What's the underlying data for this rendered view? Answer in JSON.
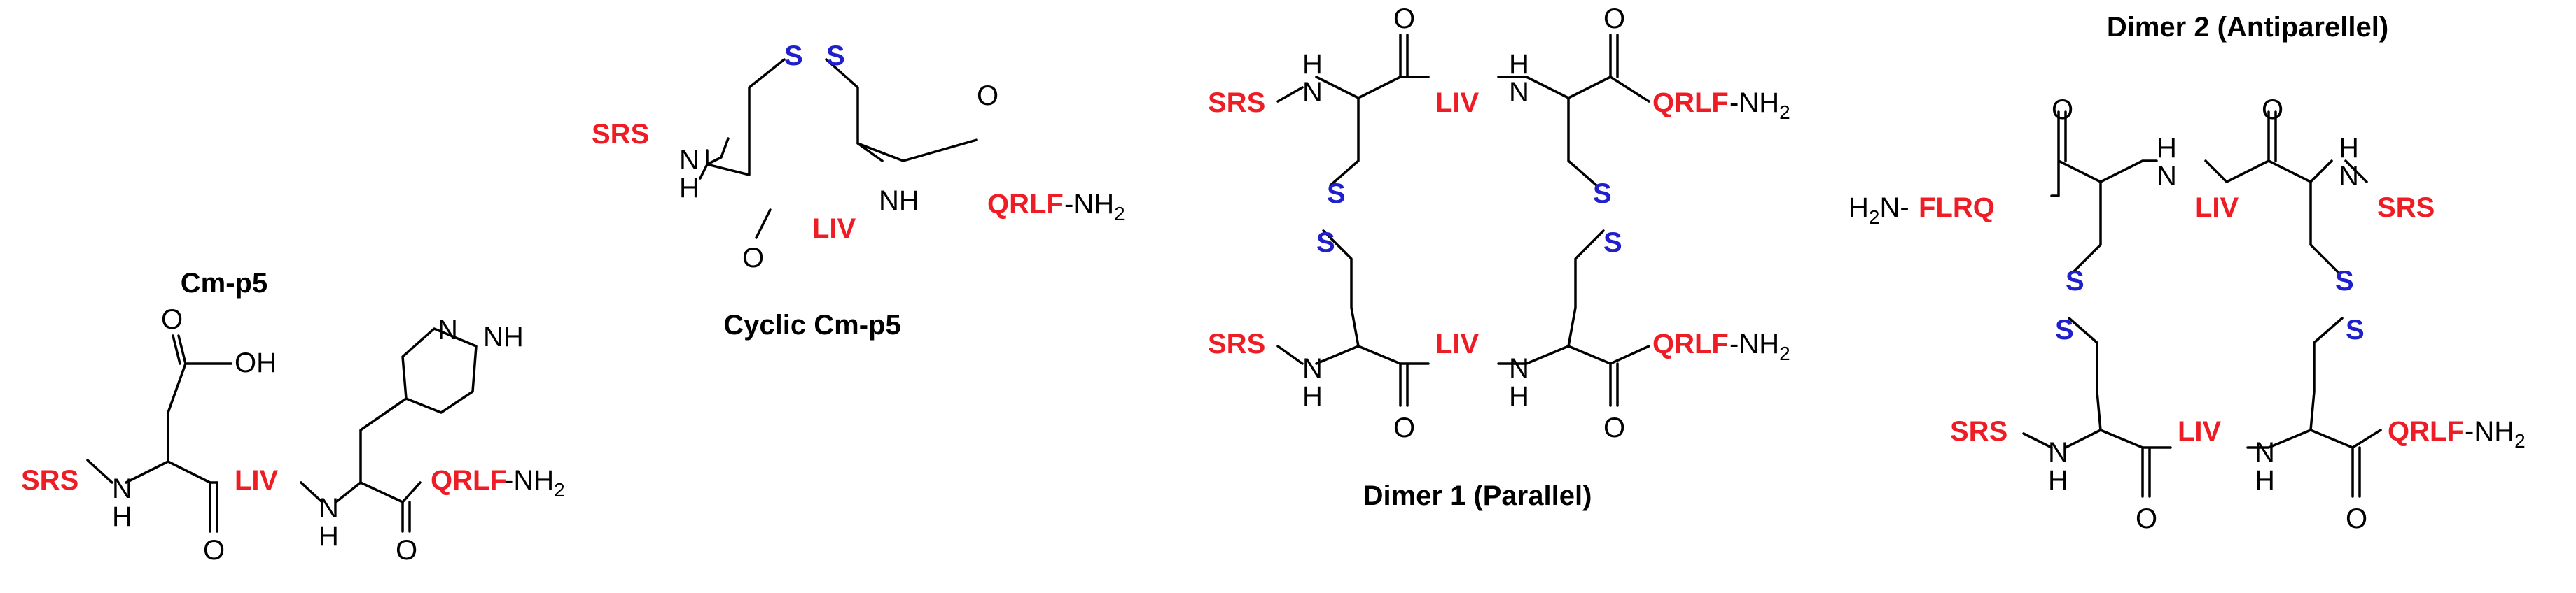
{
  "colors": {
    "peptide": "#ee1c24",
    "sulfur": "#1f1fcc",
    "bond": "#000000"
  },
  "titles": {
    "cm_p5": "Cm-p5",
    "cyclic": "Cyclic Cm-p5",
    "dimer1": "Dimer 1 (Parallel)",
    "dimer2": "Dimer 2 (Antiparellel)"
  },
  "labels": {
    "srs": "SRS",
    "liv": "LIV",
    "qrlf": "QRLF",
    "flrq": "FLRQ",
    "nh2_tail": "-NH",
    "nh2_head": "H",
    "nh2_head2": "N-",
    "sub2": "2",
    "nh_h": "H",
    "nh_n": "N",
    "o": "O",
    "oh": "OH",
    "s": "S",
    "nh": "NH"
  }
}
